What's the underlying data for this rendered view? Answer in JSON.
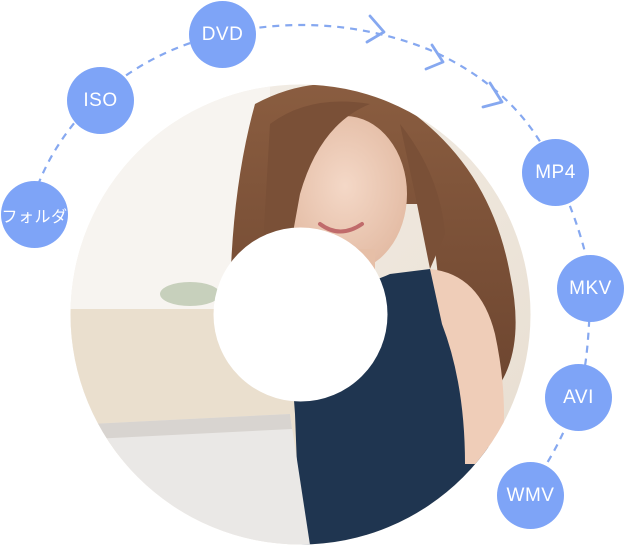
{
  "source_formats": [
    {
      "id": "folder",
      "label": "フォルダ"
    },
    {
      "id": "iso",
      "label": "ISO"
    },
    {
      "id": "dvd",
      "label": "DVD"
    }
  ],
  "output_formats": [
    {
      "id": "mp4",
      "label": "MP4"
    },
    {
      "id": "mkv",
      "label": "MKV"
    },
    {
      "id": "avi",
      "label": "AVI"
    },
    {
      "id": "wmv",
      "label": "WMV"
    }
  ],
  "colors": {
    "bubble": "#7ea4f7",
    "dashed_path": "#86a8f0",
    "arrow": "#86a8f0"
  },
  "photo": {
    "subject": "woman-smiling-at-laptop-icon"
  }
}
